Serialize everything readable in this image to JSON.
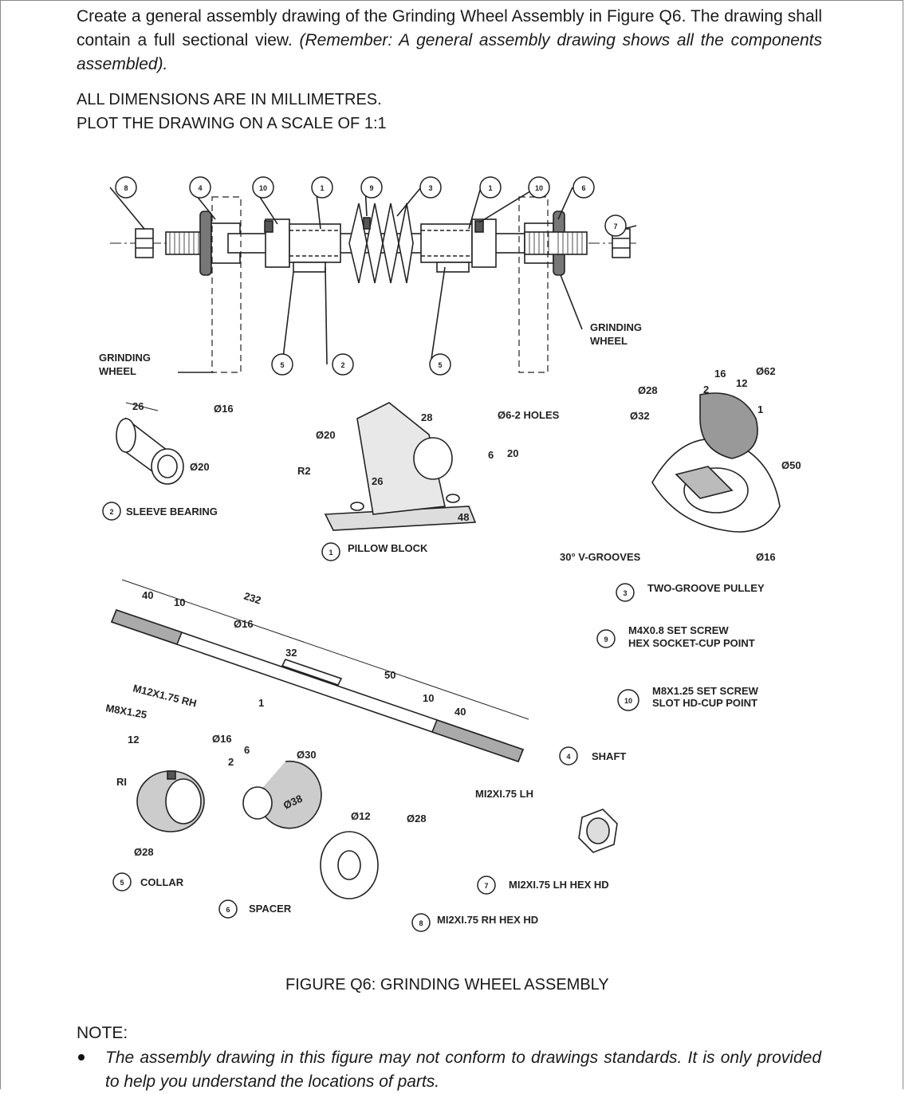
{
  "instructions": {
    "part1": "Create a general assembly drawing of the Grinding Wheel Assembly in Figure Q6. The drawing shall contain a full sectional view. ",
    "remember": "(Remember:  A general assembly drawing shows all the components assembled).",
    "line_dims": "ALL DIMENSIONS ARE IN MILLIMETRES.",
    "line_scale": "PLOT THE DRAWING ON A SCALE OF 1:1"
  },
  "figure": {
    "caption": "FIGURE Q6: GRINDING WHEEL ASSEMBLY",
    "balloons": [
      "8",
      "4",
      "10",
      "1",
      "9",
      "3",
      "1",
      "10",
      "6",
      "7",
      "5",
      "2",
      "5"
    ],
    "labels": {
      "grinding_wheel_left": [
        "GRINDING",
        "WHEEL"
      ],
      "grinding_wheel_right": [
        "GRINDING",
        "WHEEL"
      ]
    },
    "parts": [
      {
        "no": "2",
        "name": "SLEEVE BEARING"
      },
      {
        "no": "1",
        "name": "PILLOW BLOCK"
      },
      {
        "no": "3",
        "name": "TWO-GROOVE PULLEY"
      },
      {
        "no": "9",
        "name": "M4X0.8  SET  SCREW",
        "name2": "HEX  SOCKET-CUP  POINT"
      },
      {
        "no": "10",
        "name": "M8X1.25  SET  SCREW",
        "name2": "SLOT  HD-CUP  POINT"
      },
      {
        "no": "4",
        "name": "SHAFT"
      },
      {
        "no": "5",
        "name": "COLLAR"
      },
      {
        "no": "6",
        "name": "SPACER"
      },
      {
        "no": "7",
        "name": "MI2XI.75  LH  HEX  HD"
      },
      {
        "no": "8",
        "name": "MI2XI.75  RH  HEX  HD"
      }
    ],
    "dimensions": {
      "sleeve": [
        "26",
        "Ø16",
        "Ø20"
      ],
      "pillow": [
        "Ø20",
        "28",
        "Ø6-2  HOLES",
        "6",
        "20",
        "R2",
        "26",
        "48"
      ],
      "pulley": [
        "Ø28",
        "Ø32",
        "16",
        "12",
        "2",
        "Ø62",
        "1",
        "Ø50",
        "30° V-GROOVES",
        "Ø16"
      ],
      "shaft": [
        "40",
        "10",
        "232",
        "Ø16",
        "32",
        "50",
        "10",
        "40",
        "M12X1.75  RH",
        "1",
        "MI2XI.75  LH"
      ],
      "collar": [
        "M8X1.25",
        "12",
        "RI",
        "Ø16",
        "Ø28",
        "2",
        "6"
      ],
      "spacer": [
        "Ø30",
        "Ø38",
        "Ø12",
        "Ø28"
      ]
    }
  },
  "note": {
    "heading": "NOTE:",
    "text": "The assembly drawing in this figure may not conform to drawings standards. It is only provided to help you understand the locations of parts."
  }
}
